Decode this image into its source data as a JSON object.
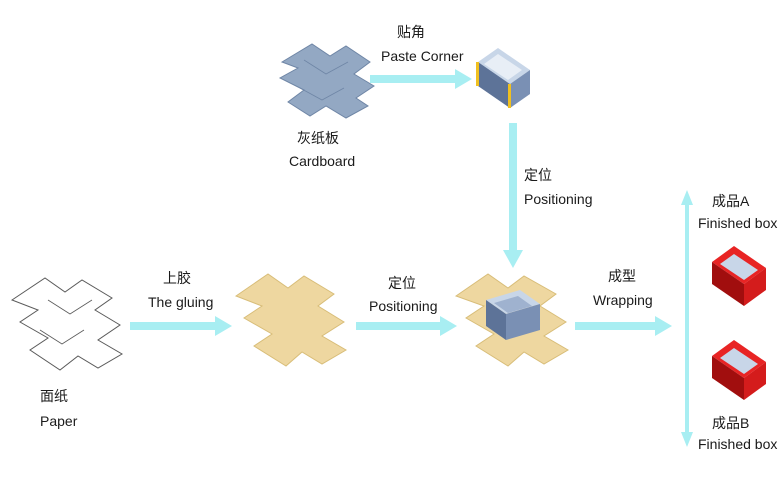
{
  "steps": {
    "paper": {
      "zh": "面纸",
      "en": "Paper"
    },
    "gluing": {
      "zh": "上胶",
      "en": "The gluing"
    },
    "positioning_flat": {
      "zh": "定位",
      "en": "Positioning"
    },
    "wrapping": {
      "zh": "成型",
      "en": "Wrapping"
    },
    "cardboard": {
      "zh": "灰纸板",
      "en": "Cardboard"
    },
    "paste_corner": {
      "zh": "贴角",
      "en": "Paste Corner"
    },
    "positioning_vertical": {
      "zh": "定位",
      "en": "Positioning"
    },
    "finished_a": {
      "zh": "成品A",
      "en": "Finished box"
    },
    "finished_b": {
      "zh": "成品B",
      "en": "Finished box"
    }
  },
  "colors": {
    "arrow": "#a8eef2",
    "paper_outline": "#5a5a5a",
    "glued_paper": "#eed7a0",
    "cardboard": "#93a8c3",
    "tray_body": "#6a82a8",
    "tray_inner": "#c8d6e8",
    "corner_tape": "#f0c020",
    "finished_red": "#d41c1c"
  }
}
